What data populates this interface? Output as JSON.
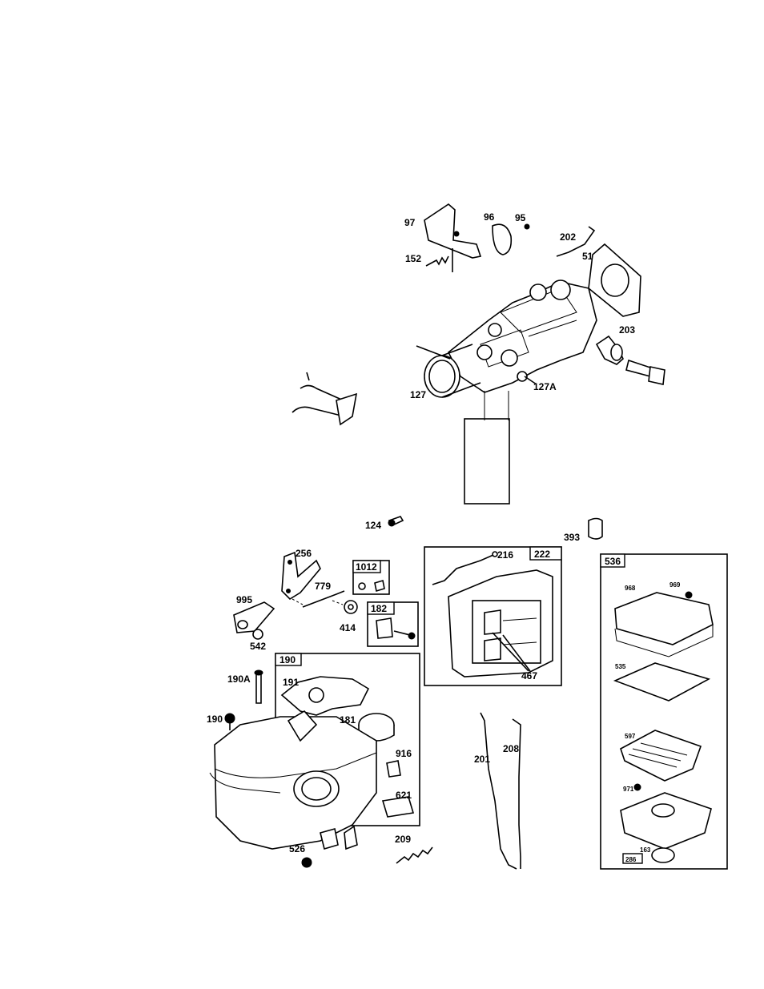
{
  "labels": {
    "l97": "97",
    "l96": "96",
    "l95": "95",
    "l202": "202",
    "l51": "51",
    "l152": "152",
    "l203": "203",
    "l127": "127",
    "l127A": "127A",
    "l124": "124",
    "l393": "393",
    "l256": "256",
    "l1012": "1012",
    "l216": "216",
    "l222": "222",
    "l536": "536",
    "l779": "779",
    "l995": "995",
    "l414": "414",
    "l182": "182",
    "l542": "542",
    "l968": "968",
    "l969": "969",
    "l535": "535",
    "l467": "467",
    "l190box": "190",
    "l190A": "190A",
    "l191": "191",
    "l190": "190",
    "l181": "181",
    "l916": "916",
    "l201": "201",
    "l208": "208",
    "l597": "597",
    "l621": "621",
    "l971": "971",
    "l209": "209",
    "l163": "163",
    "l526": "526",
    "l286": "286"
  }
}
